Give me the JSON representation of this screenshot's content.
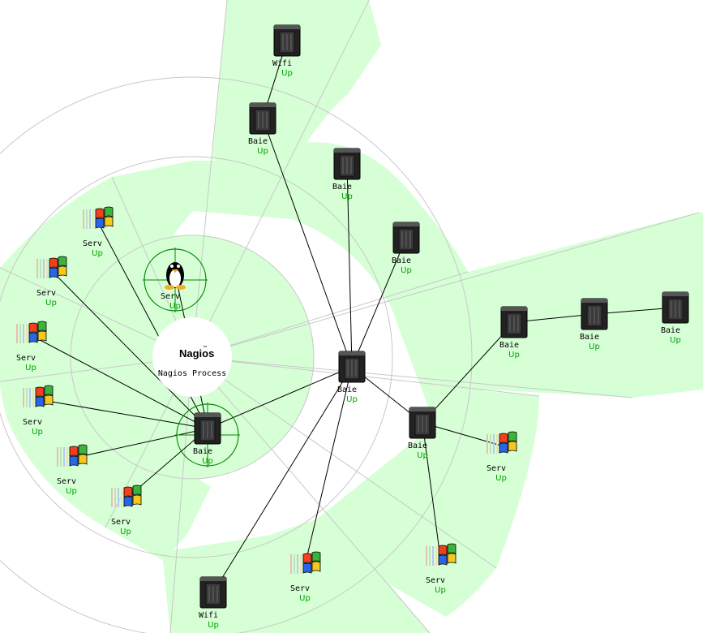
{
  "colors": {
    "background": "#ffffff",
    "sector_fill": "#d6ffd6",
    "sector_line": "#c8c8c8",
    "link_line": "#000000",
    "status_up": "#00a000",
    "highlight_ring": "#008800"
  },
  "root": {
    "logo": "Nagios",
    "logo_mark": "™",
    "label": "Nagios Process"
  },
  "hosts": [
    {
      "id": "wifi-top",
      "icon": "server-tower-icon",
      "name": "Wifi",
      "status": "Up"
    },
    {
      "id": "baie-1",
      "icon": "server-tower-icon",
      "name": "Baie",
      "status": "Up"
    },
    {
      "id": "baie-2",
      "icon": "server-tower-icon",
      "name": "Baie",
      "status": "Up"
    },
    {
      "id": "baie-3",
      "icon": "server-tower-icon",
      "name": "Baie",
      "status": "Up"
    },
    {
      "id": "baie-center",
      "icon": "server-tower-icon",
      "name": "Baie",
      "status": "Up"
    },
    {
      "id": "baie-e1",
      "icon": "server-tower-icon",
      "name": "Baie",
      "status": "Up"
    },
    {
      "id": "baie-e2",
      "icon": "server-tower-icon",
      "name": "Baie",
      "status": "Up"
    },
    {
      "id": "baie-e3",
      "icon": "server-tower-icon",
      "name": "Baie",
      "status": "Up"
    },
    {
      "id": "baie-se",
      "icon": "server-tower-icon",
      "name": "Baie",
      "status": "Up"
    },
    {
      "id": "serv-se1",
      "icon": "windows-logo-icon",
      "name": "Serv",
      "status": "Up"
    },
    {
      "id": "serv-se2",
      "icon": "windows-logo-icon",
      "name": "Serv",
      "status": "Up"
    },
    {
      "id": "serv-s",
      "icon": "windows-logo-icon",
      "name": "Serv",
      "status": "Up"
    },
    {
      "id": "wifi-bottom",
      "icon": "server-tower-icon",
      "name": "Wifi",
      "status": "Up"
    },
    {
      "id": "baie-hub",
      "icon": "server-tower-icon",
      "name": "Baie",
      "status": "Up"
    },
    {
      "id": "serv-w1",
      "icon": "windows-logo-icon",
      "name": "Serv",
      "status": "Up"
    },
    {
      "id": "serv-w2",
      "icon": "windows-logo-icon",
      "name": "Serv",
      "status": "Up"
    },
    {
      "id": "serv-w3",
      "icon": "windows-logo-icon",
      "name": "Serv",
      "status": "Up"
    },
    {
      "id": "serv-w4",
      "icon": "windows-logo-icon",
      "name": "Serv",
      "status": "Up"
    },
    {
      "id": "serv-w5",
      "icon": "windows-logo-icon",
      "name": "Serv",
      "status": "Up"
    },
    {
      "id": "serv-w6",
      "icon": "windows-logo-icon",
      "name": "Serv",
      "status": "Up"
    },
    {
      "id": "serv-linux",
      "icon": "linux-penguin-icon",
      "name": "Serv",
      "status": "Up"
    }
  ],
  "links": [
    [
      "wifi-top",
      "baie-1"
    ],
    [
      "baie-1",
      "baie-center"
    ],
    [
      "baie-2",
      "baie-center"
    ],
    [
      "baie-3",
      "baie-center"
    ],
    [
      "baie-center",
      "baie-hub"
    ],
    [
      "baie-center",
      "baie-se"
    ],
    [
      "baie-center",
      "wifi-bottom"
    ],
    [
      "baie-center",
      "serv-s"
    ],
    [
      "baie-se",
      "baie-e1"
    ],
    [
      "baie-e1",
      "baie-e2"
    ],
    [
      "baie-e2",
      "baie-e3"
    ],
    [
      "baie-se",
      "serv-se1"
    ],
    [
      "baie-se",
      "serv-se2"
    ],
    [
      "baie-hub",
      "serv-w1"
    ],
    [
      "baie-hub",
      "serv-w2"
    ],
    [
      "baie-hub",
      "serv-w3"
    ],
    [
      "baie-hub",
      "serv-w4"
    ],
    [
      "baie-hub",
      "serv-w5"
    ],
    [
      "baie-hub",
      "serv-w6"
    ],
    [
      "baie-hub",
      "serv-linux"
    ]
  ],
  "highlighted": [
    "serv-linux",
    "baie-hub"
  ]
}
